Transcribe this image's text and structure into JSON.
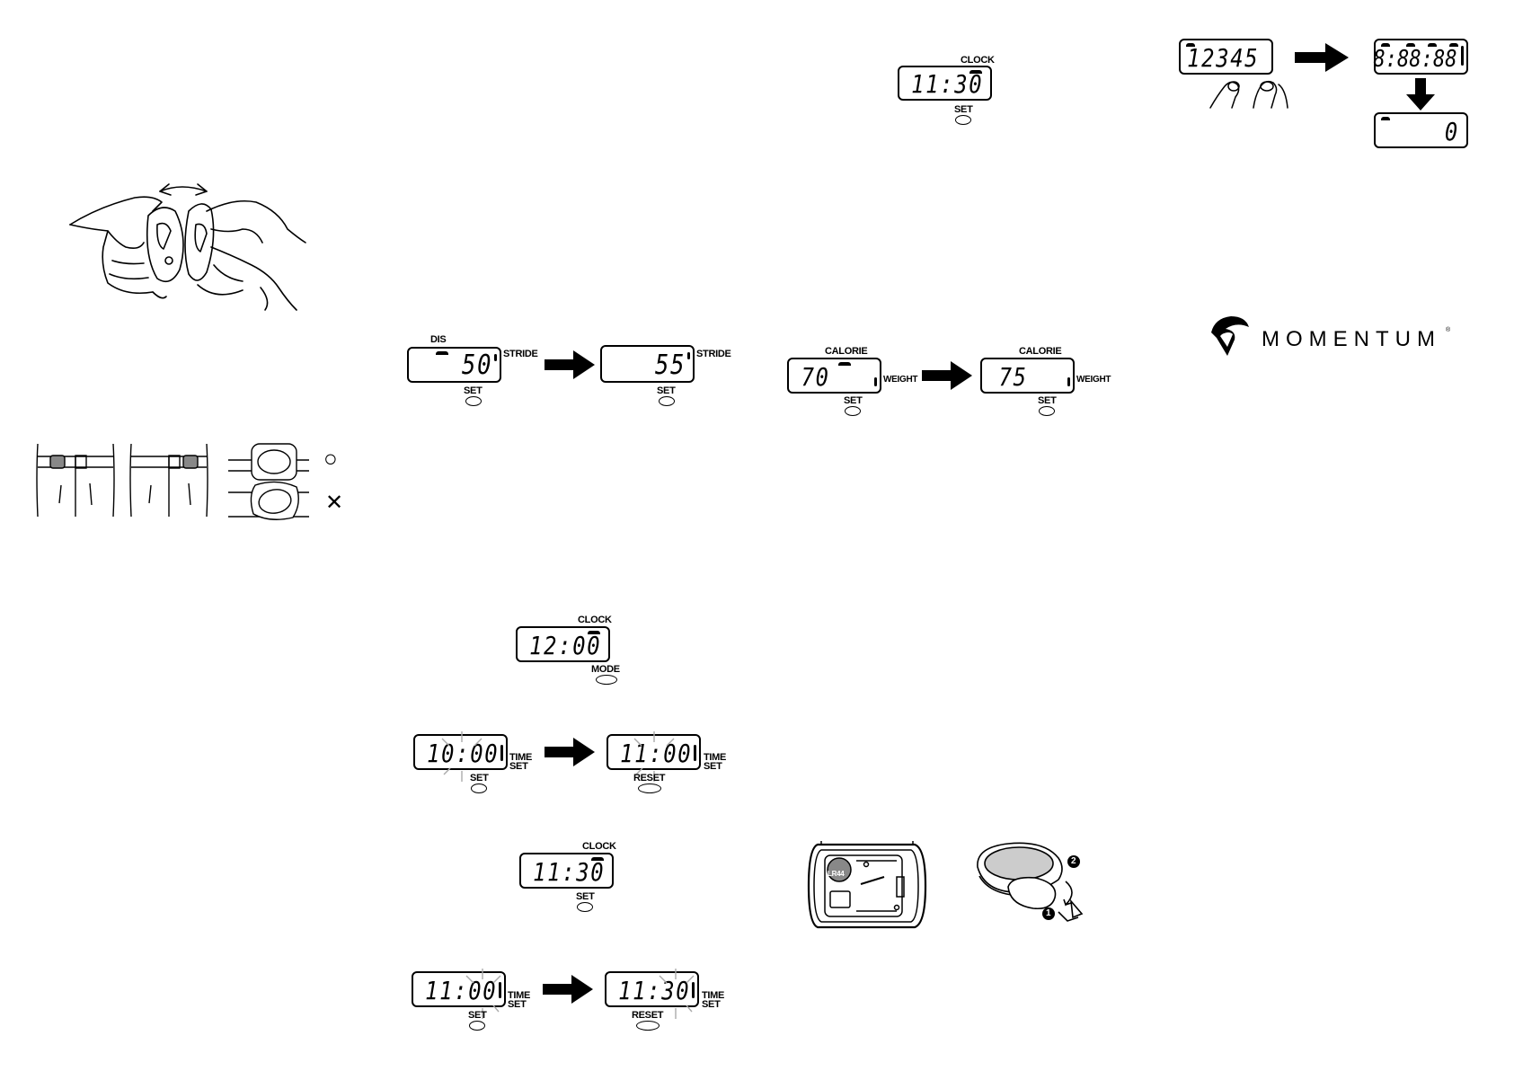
{
  "clock_top": {
    "label": "CLOCK",
    "digits": "11:30",
    "button": "SET"
  },
  "reset_seq": {
    "before": "12345",
    "all": "8:88:88",
    "after": "0"
  },
  "stride": {
    "left": {
      "mode": "DIS",
      "digits": "50",
      "side": "STRIDE",
      "button": "SET"
    },
    "right": {
      "digits": "55",
      "side": "STRIDE",
      "button": "SET"
    }
  },
  "weight": {
    "left": {
      "mode": "CALORIE",
      "digits": "70",
      "side": "WEIGHT",
      "button": "SET"
    },
    "right": {
      "mode": "CALORIE",
      "digits": "75",
      "side": "WEIGHT",
      "button": "SET"
    }
  },
  "clock_mode": {
    "label": "CLOCK",
    "digits": "12:00",
    "button": "MODE"
  },
  "hour_set": {
    "left": {
      "digits": "10:00",
      "side_top": "TIME",
      "side_bottom": "SET",
      "button": "SET"
    },
    "right": {
      "digits": "11:00",
      "side_top": "TIME",
      "side_bottom": "SET",
      "button": "RESET"
    }
  },
  "clock_set": {
    "label": "CLOCK",
    "digits": "11:30",
    "button": "SET"
  },
  "minute_set": {
    "left": {
      "digits": "11:00",
      "side_top": "TIME",
      "side_bottom": "SET",
      "button": "SET"
    },
    "right": {
      "digits": "11:30",
      "side_top": "TIME",
      "side_bottom": "SET",
      "button": "RESET"
    }
  },
  "belt": {
    "correct_mark": "○",
    "wrong_mark": "✕"
  },
  "battery": {
    "cell_label": "LR44",
    "step1": "1",
    "step2": "2"
  },
  "logo": {
    "text": "MOMENTUM",
    "reg": "®"
  },
  "icons": [
    "hands-opening-icon",
    "belt-clip-icon",
    "finger-press-icon",
    "battery-icon",
    "arrow-right-icon",
    "arrow-down-icon",
    "logo-mark-icon"
  ]
}
